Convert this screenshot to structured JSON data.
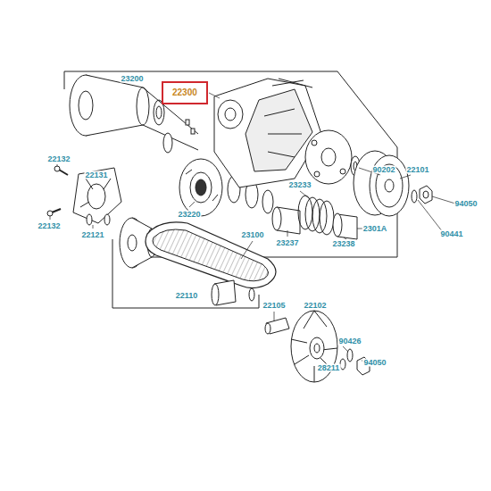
{
  "diagram": {
    "nodes": [
      {
        "text": [
          "22300"
        ]
      }
    ],
    "labels": [
      "23200",
      "22132",
      "22131",
      "23220",
      "90202",
      "22101",
      "94050",
      "22132",
      "22121",
      "23233",
      "23237",
      "23238",
      "2301A",
      "90441",
      "23100",
      "22110",
      "22105",
      "22102",
      "90426",
      "94050",
      "28211"
    ]
  }
}
